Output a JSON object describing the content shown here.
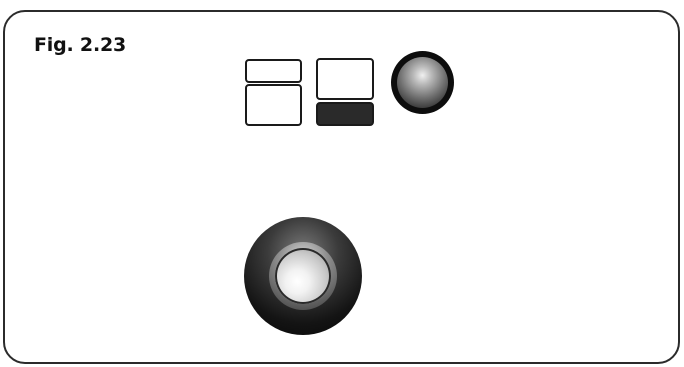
{
  "figure": {
    "label": "Fig. 2.23"
  },
  "colors": {
    "outline": "#2b2b2b",
    "filled_indicator": "#2a2a2a",
    "knob_dark": "#0d0d0d"
  },
  "elements": {
    "left_display": "stacked-rectangles",
    "right_display": "rectangle-with-filled-bar",
    "small_knob": "knob-icon",
    "large_knob": "knob-icon"
  }
}
